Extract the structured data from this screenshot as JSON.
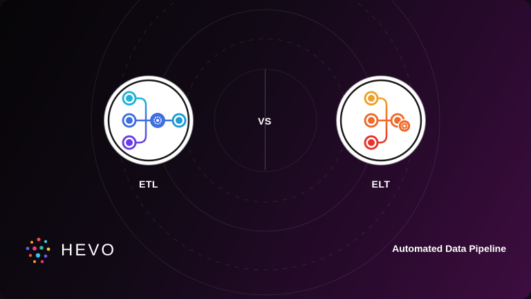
{
  "comparison": {
    "left_label": "ETL",
    "center_label": "VS",
    "right_label": "ELT"
  },
  "brand": {
    "name": "HEVO",
    "tagline": "Automated Data Pipeline"
  },
  "icons": {
    "etl": "etl-pipeline-icon",
    "elt": "elt-pipeline-icon",
    "logo": "hevo-dots-logo"
  },
  "colors": {
    "background_start": "#060507",
    "background_end": "#3d0d3f",
    "etl_top": "#1eb4d8",
    "etl_mid": "#3f6fe0",
    "etl_bottom": "#6a3ee6",
    "elt_top": "#f0a12a",
    "elt_mid": "#ee6a2a",
    "elt_bottom": "#e8332a",
    "text": "#ffffff"
  }
}
